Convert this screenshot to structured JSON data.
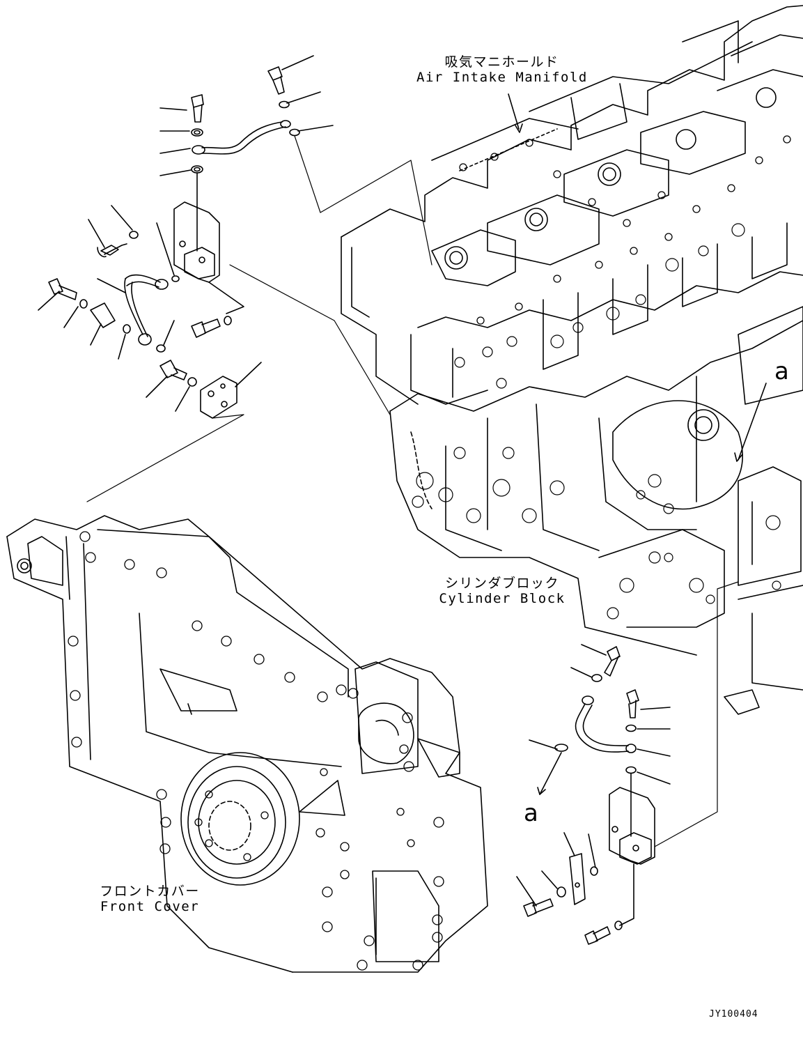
{
  "labels": {
    "air_intake_manifold": {
      "ja": "吸気マニホールド",
      "en": "Air Intake Manifold"
    },
    "cylinder_block": {
      "ja": "シリンダブロック",
      "en": "Cylinder Block"
    },
    "front_cover": {
      "ja": "フロントカバー",
      "en": "Front Cover"
    }
  },
  "callouts": {
    "upper": "a",
    "lower": "a"
  },
  "drawing_code": "JY100404"
}
